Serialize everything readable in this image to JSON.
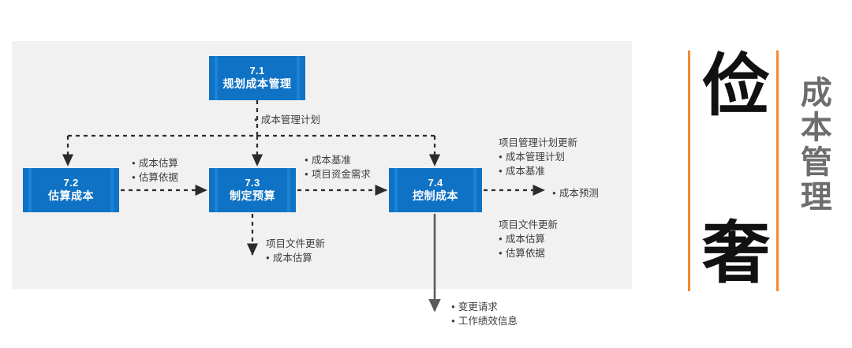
{
  "diagram": {
    "title_block": {
      "left_chars": [
        "俭",
        "奢"
      ],
      "vertical_title": "成本管理",
      "rail_color": "#f7882f",
      "char_color": "#111111",
      "title_color": "#6d6d6d"
    },
    "panel_color": "#f1f1f1",
    "box_color": "#0f72c4",
    "processes": [
      {
        "id": "7.1",
        "number": "7.1",
        "name": "规划成本管理"
      },
      {
        "id": "7.2",
        "number": "7.2",
        "name": "估算成本"
      },
      {
        "id": "7.3",
        "number": "7.3",
        "name": "制定预算"
      },
      {
        "id": "7.4",
        "number": "7.4",
        "name": "控制成本"
      }
    ],
    "annotations": {
      "cost_management_plan": {
        "items": [
          "成本管理计划"
        ]
      },
      "estimates": {
        "items": [
          "成本估算",
          "估算依据"
        ]
      },
      "baseline": {
        "items": [
          "成本基准",
          "项目资金需求"
        ]
      },
      "pm_plan_updates": {
        "header": "项目管理计划更新",
        "items": [
          "成本管理计划",
          "成本基准"
        ]
      },
      "doc_updates_right": {
        "header": "项目文件更新",
        "items": [
          "成本估算",
          "估算依据"
        ]
      },
      "doc_updates_bottom": {
        "header": "项目文件更新",
        "items": [
          "成本估算"
        ]
      },
      "forecast": {
        "items": [
          "成本预测"
        ]
      },
      "change_and_performance": {
        "items": [
          "变更请求",
          "工作绩效信息"
        ]
      }
    }
  }
}
